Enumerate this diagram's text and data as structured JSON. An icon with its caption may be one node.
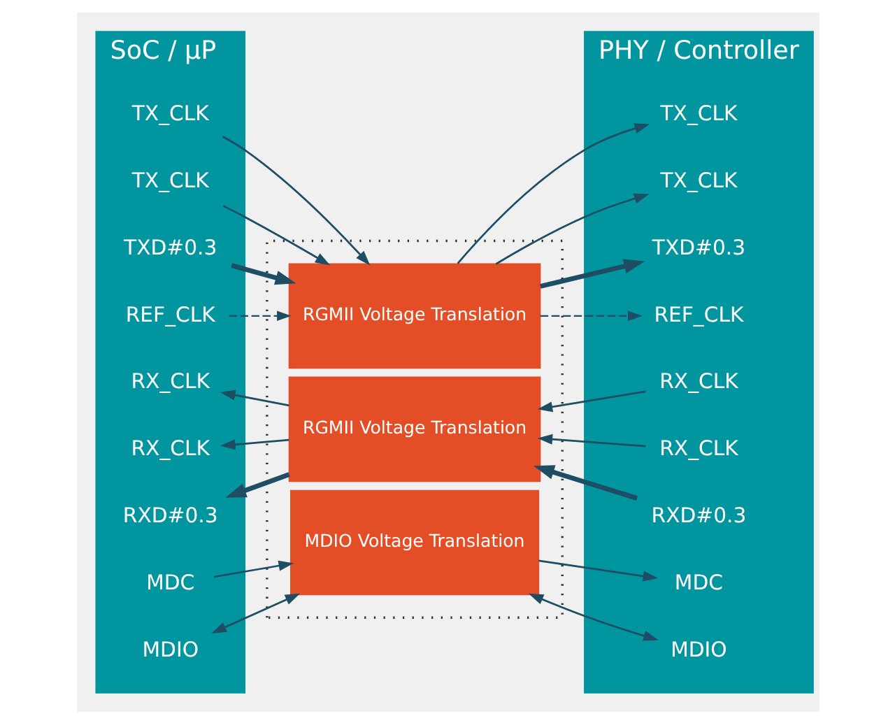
{
  "diagram": {
    "nodes": [
      {
        "text": [
          "SoC / µP"
        ]
      },
      {
        "text": [
          "TX_CLK"
        ],
        "in": 0
      },
      {
        "text": [
          "TX_CLK"
        ],
        "in": 0
      },
      {
        "text": [
          "TXD#0.3"
        ],
        "in": 0
      },
      {
        "text": [
          "REF_CLK"
        ],
        "in": 0
      },
      {
        "text": [
          "RX_CLK"
        ],
        "in": 0
      },
      {
        "text": [
          "RX_CLK"
        ],
        "in": 0
      },
      {
        "text": [
          "RXD#0.3"
        ],
        "in": 0
      },
      {
        "text": [
          "MDC"
        ],
        "in": 0
      },
      {
        "text": [
          "MDIO"
        ],
        "in": 0
      },
      {
        "text": [],
        "shape": "box"
      },
      {
        "text": [
          "RGMII Voltage Translation"
        ],
        "in": 10
      },
      {
        "text": [
          "RGMII Voltage Translation"
        ],
        "in": 10
      },
      {
        "text": [
          "MDIO Voltage Translation"
        ],
        "in": 10
      },
      {
        "text": [
          "PHY / Controller"
        ]
      },
      {
        "text": [
          "TX_CLK"
        ],
        "in": 14
      },
      {
        "text": [
          "TX_CLK"
        ],
        "in": 14
      },
      {
        "text": [
          "TXD#0.3"
        ],
        "in": 14
      },
      {
        "text": [
          "REF_CLK"
        ],
        "in": 14
      },
      {
        "text": [
          "RX_CLK"
        ],
        "in": 14
      },
      {
        "text": [
          "RX_CLK"
        ],
        "in": 14
      },
      {
        "text": [
          "RXD#0.3"
        ],
        "in": 14
      },
      {
        "text": [
          "MDC"
        ],
        "in": 14
      },
      {
        "text": [
          "MDIO"
        ],
        "in": 14
      }
    ],
    "edges": [
      {
        "from": 1,
        "to": 11,
        "arrow": "to"
      },
      {
        "from": 2,
        "to": 11,
        "arrow": "to"
      },
      {
        "from": 3,
        "to": 11,
        "arrow": "to",
        "style": "thick"
      },
      {
        "from": 4,
        "to": 11,
        "arrow": "to",
        "style": "dashed"
      },
      {
        "from": 11,
        "to": 15,
        "arrow": "to"
      },
      {
        "from": 11,
        "to": 16,
        "arrow": "to"
      },
      {
        "from": 11,
        "to": 17,
        "arrow": "to",
        "style": "thick"
      },
      {
        "from": 11,
        "to": 18,
        "arrow": "to",
        "style": "dashed"
      },
      {
        "from": 12,
        "to": 5,
        "arrow": "to"
      },
      {
        "from": 12,
        "to": 6,
        "arrow": "to"
      },
      {
        "from": 12,
        "to": 7,
        "arrow": "to",
        "style": "thick"
      },
      {
        "from": 19,
        "to": 12,
        "arrow": "to"
      },
      {
        "from": 20,
        "to": 12,
        "arrow": "to"
      },
      {
        "from": 21,
        "to": 12,
        "arrow": "to",
        "style": "thick"
      },
      {
        "from": 8,
        "to": 13,
        "arrow": "to"
      },
      {
        "from": 9,
        "to": 13,
        "arrow": "both"
      },
      {
        "from": 13,
        "to": 22,
        "arrow": "to"
      },
      {
        "from": 13,
        "to": 23,
        "arrow": "both"
      }
    ]
  }
}
